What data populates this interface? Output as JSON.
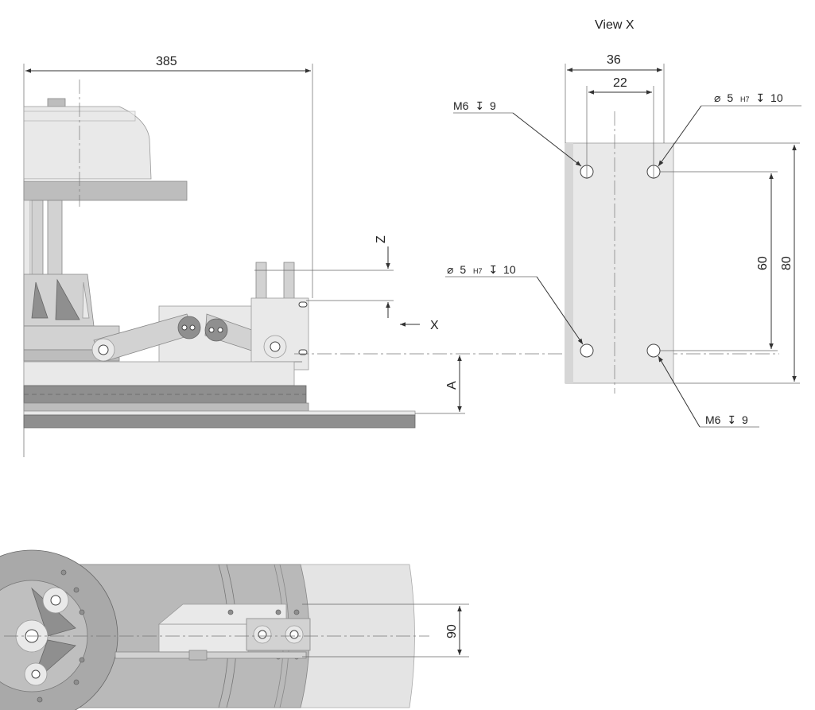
{
  "view_x_label": "View X",
  "side_view": {
    "dim_overall_length": "385",
    "dim_z_label": "Z",
    "dim_a_label": "A",
    "arrow_x_label": "X"
  },
  "view_x": {
    "dim_width_outer": "36",
    "dim_width_inner": "22",
    "dim_height_inner": "60",
    "dim_height_outer": "80",
    "callout_top_left": {
      "main": "M6",
      "symbol": "↧",
      "depth": "9"
    },
    "callout_top_right": {
      "dia": "⌀",
      "size": "5",
      "tol": "H7",
      "symbol": "↧",
      "depth": "10"
    },
    "callout_mid_left": {
      "dia": "⌀",
      "size": "5",
      "tol": "H7",
      "symbol": "↧",
      "depth": "10"
    },
    "callout_bottom_right": {
      "main": "M6",
      "symbol": "↧",
      "depth": "9"
    }
  },
  "top_view": {
    "dim_width": "90"
  }
}
